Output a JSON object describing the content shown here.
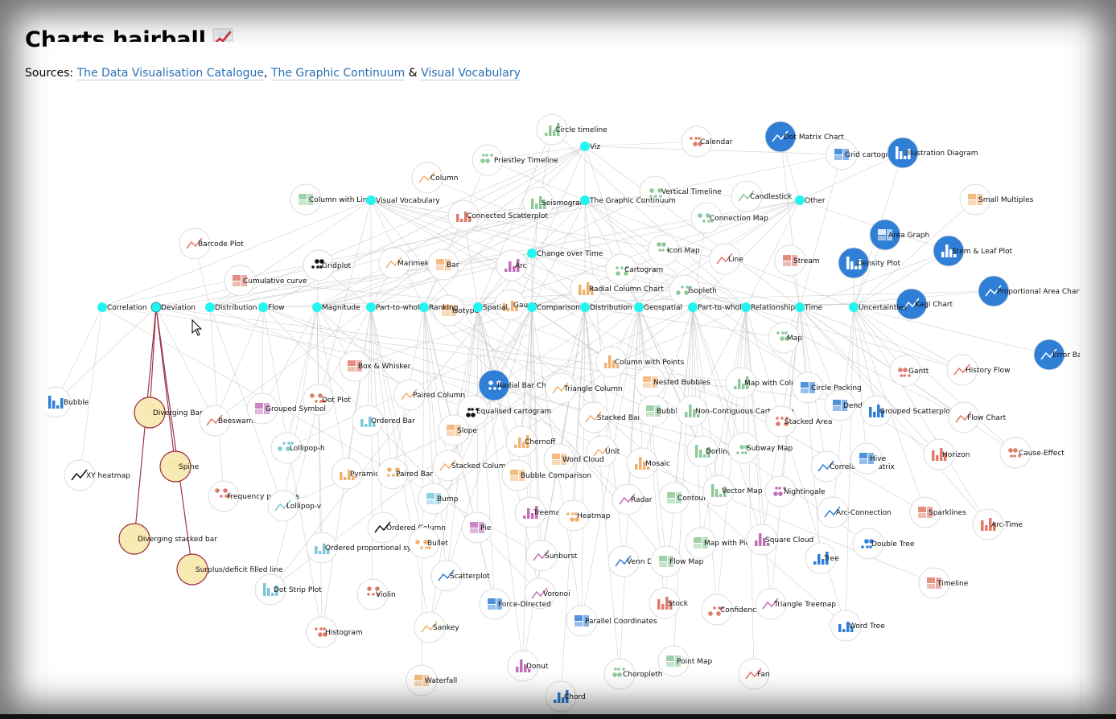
{
  "page": {
    "title": "Charts hairball",
    "title_icon": "chart-increasing-icon",
    "sources_label": "Sources:",
    "sources": [
      {
        "label": "The Data Visualisation Catalogue"
      },
      {
        "label": "The Graphic Continuum"
      },
      {
        "label": "Visual Vocabulary"
      }
    ],
    "separator_comma": ",",
    "separator_amp": "&"
  },
  "colors": {
    "category_node": "#22f5f0",
    "edge": "#c8c8c8",
    "highlight_edge": "#9b2b3f",
    "link": "#2a6fb5",
    "group_orange": "#f2b06d",
    "group_green": "#8fc99a",
    "group_blue": "#2f7fd6",
    "group_red": "#e07a6a",
    "group_purple": "#c36fb8",
    "group_teal": "#7fc6d6",
    "group_black": "#111111",
    "group_yellow": "#f7e7a8"
  },
  "graph": {
    "categories": [
      {
        "id": "viz",
        "label": "Viz"
      },
      {
        "id": "vv",
        "label": "Visual Vocabulary"
      },
      {
        "id": "tgc",
        "label": "The Graphic Continuum"
      },
      {
        "id": "other",
        "label": "Other"
      },
      {
        "id": "cot",
        "label": "Change over Time"
      },
      {
        "id": "corr",
        "label": "Correlation"
      },
      {
        "id": "dev",
        "label": "Deviation"
      },
      {
        "id": "dist1",
        "label": "Distribution"
      },
      {
        "id": "flow",
        "label": "Flow"
      },
      {
        "id": "mag",
        "label": "Magnitude"
      },
      {
        "id": "ptw1",
        "label": "Part-to-whole"
      },
      {
        "id": "rank",
        "label": "Ranking"
      },
      {
        "id": "spatial",
        "label": "Spatial"
      },
      {
        "id": "comp",
        "label": "Comparisons"
      },
      {
        "id": "dist2",
        "label": "Distribution"
      },
      {
        "id": "geo",
        "label": "Geospatial"
      },
      {
        "id": "ptw2",
        "label": "Part-to-whole"
      },
      {
        "id": "rel",
        "label": "Relationship"
      },
      {
        "id": "time",
        "label": "Time"
      },
      {
        "id": "unc",
        "label": "Uncertainties"
      }
    ],
    "charts": [
      {
        "id": "circle-timeline",
        "label": "Circle timeline",
        "style": "green"
      },
      {
        "id": "calendar",
        "label": "Calendar",
        "style": "red"
      },
      {
        "id": "dot-matrix",
        "label": "Dot Matrix Chart",
        "style": "blue"
      },
      {
        "id": "grid-cartogram",
        "label": "Grid cartogram",
        "style": "blue"
      },
      {
        "id": "illustration",
        "label": "Illustration Diagram",
        "style": "blue"
      },
      {
        "id": "priestley",
        "label": "Priestley Timeline",
        "style": "green"
      },
      {
        "id": "column",
        "label": "Column",
        "style": "orange"
      },
      {
        "id": "col-line",
        "label": "Column with Line",
        "style": "green"
      },
      {
        "id": "seismogram",
        "label": "Seismogram",
        "style": "green"
      },
      {
        "id": "vert-timeline",
        "label": "Vertical Timeline",
        "style": "green"
      },
      {
        "id": "candlestick",
        "label": "Candlestick",
        "style": "green"
      },
      {
        "id": "small-multiples",
        "label": "Small Multiples",
        "style": "orange"
      },
      {
        "id": "conn-scatter",
        "label": "Connected Scatterplot",
        "style": "red"
      },
      {
        "id": "conn-map",
        "label": "Connection Map",
        "style": "green"
      },
      {
        "id": "barcode",
        "label": "Barcode Plot",
        "style": "red"
      },
      {
        "id": "area-graph",
        "label": "Area Graph",
        "style": "blue"
      },
      {
        "id": "stem-leaf",
        "label": "Stem & Leaf Plot",
        "style": "blue"
      },
      {
        "id": "gridplot",
        "label": "Gridplot",
        "style": "black"
      },
      {
        "id": "marimekko",
        "label": "Marimekko",
        "style": "orange"
      },
      {
        "id": "bar",
        "label": "Bar",
        "style": "orange"
      },
      {
        "id": "arc",
        "label": "Arc",
        "style": "purple"
      },
      {
        "id": "icon-map",
        "label": "Icon Map",
        "style": "green"
      },
      {
        "id": "line",
        "label": "Line",
        "style": "red"
      },
      {
        "id": "stream",
        "label": "Stream",
        "style": "red"
      },
      {
        "id": "density",
        "label": "Density Plot",
        "style": "blue"
      },
      {
        "id": "cartogram",
        "label": "Cartogram",
        "style": "green"
      },
      {
        "id": "prop-area",
        "label": "Proportional Area Chart",
        "style": "blue"
      },
      {
        "id": "cum-curve",
        "label": "Cumulative curve",
        "style": "red"
      },
      {
        "id": "radial-column",
        "label": "Radial Column Chart",
        "style": "orange"
      },
      {
        "id": "isopleth",
        "label": "Isopleth",
        "style": "green"
      },
      {
        "id": "kagi",
        "label": "Kagi Chart",
        "style": "blue"
      },
      {
        "id": "isotype",
        "label": "Isotype",
        "style": "orange"
      },
      {
        "id": "gauge",
        "label": "Gauge",
        "style": "orange"
      },
      {
        "id": "map",
        "label": "Map",
        "style": "green"
      },
      {
        "id": "error-bars",
        "label": "Error Bars",
        "style": "blue"
      },
      {
        "id": "box-whisker",
        "label": "Box & Whisker",
        "style": "red"
      },
      {
        "id": "col-points",
        "label": "Column with Points",
        "style": "orange"
      },
      {
        "id": "gantt",
        "label": "Gantt",
        "style": "red"
      },
      {
        "id": "history-flow",
        "label": "History Flow",
        "style": "red"
      },
      {
        "id": "nested-bubbles",
        "label": "Nested Bubbles",
        "style": "orange"
      },
      {
        "id": "map-columns",
        "label": "Map with Columns",
        "style": "green"
      },
      {
        "id": "radial-bar",
        "label": "Radial Bar Chart",
        "style": "blue"
      },
      {
        "id": "triangle-column",
        "label": "Triangle Column",
        "style": "orange"
      },
      {
        "id": "circle-packing",
        "label": "Circle Packing",
        "style": "blue"
      },
      {
        "id": "bubble",
        "label": "Bubble",
        "style": "blue"
      },
      {
        "id": "dot-plot",
        "label": "Dot Plot",
        "style": "red"
      },
      {
        "id": "paired-column",
        "label": "Paired Column",
        "style": "orange"
      },
      {
        "id": "dendrogram",
        "label": "Dendrogram",
        "style": "blue"
      },
      {
        "id": "grouped-scatter",
        "label": "Grouped Scatterplot",
        "style": "blue"
      },
      {
        "id": "diverging-bar",
        "label": "Diverging Bar",
        "style": "yellow"
      },
      {
        "id": "beeswarm",
        "label": "Beeswarm",
        "style": "red"
      },
      {
        "id": "grouped-symbol",
        "label": "Grouped Symbol",
        "style": "purple"
      },
      {
        "id": "ordered-bar",
        "label": "Ordered Bar",
        "style": "teal"
      },
      {
        "id": "eq-cartogram",
        "label": "Equalised cartogram",
        "style": "black"
      },
      {
        "id": "stacked-bar",
        "label": "Stacked Bar",
        "style": "orange"
      },
      {
        "id": "bubble2",
        "label": "Bubble",
        "style": "green"
      },
      {
        "id": "noncontig",
        "label": "Non-Contiguous Cartogram",
        "style": "green"
      },
      {
        "id": "stacked-area",
        "label": "Stacked Area",
        "style": "red"
      },
      {
        "id": "flow-chart",
        "label": "Flow Chart",
        "style": "red"
      },
      {
        "id": "slope",
        "label": "Slope",
        "style": "orange"
      },
      {
        "id": "chernoff",
        "label": "Chernoff",
        "style": "orange"
      },
      {
        "id": "lollipop-h",
        "label": "Lollipop-h",
        "style": "teal"
      },
      {
        "id": "unit",
        "label": "Unit",
        "style": "orange"
      },
      {
        "id": "word-cloud",
        "label": "Word Cloud",
        "style": "orange"
      },
      {
        "id": "dorling",
        "label": "Dorling",
        "style": "green"
      },
      {
        "id": "subway-map",
        "label": "Subway Map",
        "style": "green"
      },
      {
        "id": "correlation-matrix",
        "label": "Correlation Matrix",
        "style": "blue"
      },
      {
        "id": "hive",
        "label": "Hive",
        "style": "blue"
      },
      {
        "id": "horizon",
        "label": "Horizon",
        "style": "red"
      },
      {
        "id": "cause-effect",
        "label": "Cause-Effect",
        "style": "red"
      },
      {
        "id": "xy-heatmap",
        "label": "XY heatmap",
        "style": "black"
      },
      {
        "id": "spine",
        "label": "Spine",
        "style": "yellow"
      },
      {
        "id": "pyramid",
        "label": "Pyramid",
        "style": "orange"
      },
      {
        "id": "paired-bar",
        "label": "Paired Bar",
        "style": "orange"
      },
      {
        "id": "stacked-column",
        "label": "Stacked Column",
        "style": "orange"
      },
      {
        "id": "bubble-comparison",
        "label": "Bubble Comparison",
        "style": "orange"
      },
      {
        "id": "mosaic",
        "label": "Mosaic",
        "style": "orange"
      },
      {
        "id": "freq-polygons",
        "label": "Frequency polygons",
        "style": "red"
      },
      {
        "id": "lollipop-v",
        "label": "Lollipop-v",
        "style": "teal"
      },
      {
        "id": "bump",
        "label": "Bump",
        "style": "teal"
      },
      {
        "id": "treemap",
        "label": "Treemap",
        "style": "purple"
      },
      {
        "id": "heatmap",
        "label": "Heatmap",
        "style": "orange"
      },
      {
        "id": "radar",
        "label": "Radar",
        "style": "purple"
      },
      {
        "id": "contour",
        "label": "Contour",
        "style": "green"
      },
      {
        "id": "vector-map",
        "label": "Vector Map",
        "style": "green"
      },
      {
        "id": "nightingale",
        "label": "Nightingale",
        "style": "purple"
      },
      {
        "id": "arc-connection",
        "label": "Arc-Connection",
        "style": "blue"
      },
      {
        "id": "sparklines",
        "label": "Sparklines",
        "style": "red"
      },
      {
        "id": "arc-time",
        "label": "Arc-Time",
        "style": "red"
      },
      {
        "id": "div-stacked-bar",
        "label": "Diverging stacked bar",
        "style": "yellow"
      },
      {
        "id": "ordered-column",
        "label": "Ordered Column",
        "style": "black"
      },
      {
        "id": "pie",
        "label": "Pie",
        "style": "purple"
      },
      {
        "id": "ord-prop-symbol",
        "label": "Ordered proportional symbol",
        "style": "teal"
      },
      {
        "id": "bullet",
        "label": "Bullet",
        "style": "orange"
      },
      {
        "id": "sunburst",
        "label": "Sunburst",
        "style": "purple"
      },
      {
        "id": "map-pie",
        "label": "Map with Pie Charts",
        "style": "green"
      },
      {
        "id": "square-cloud",
        "label": "Square Cloud",
        "style": "purple"
      },
      {
        "id": "double-tree",
        "label": "Double Tree",
        "style": "blue"
      },
      {
        "id": "venn",
        "label": "Venn Diagram",
        "style": "blue"
      },
      {
        "id": "flow-map",
        "label": "Flow Map",
        "style": "green"
      },
      {
        "id": "tree",
        "label": "Tree",
        "style": "blue"
      },
      {
        "id": "surplus",
        "label": "Surplus/deficit filled line",
        "style": "yellow"
      },
      {
        "id": "scatterplot",
        "label": "Scatterplot",
        "style": "blue"
      },
      {
        "id": "timeline",
        "label": "Timeline",
        "style": "red"
      },
      {
        "id": "dot-strip",
        "label": "Dot Strip Plot",
        "style": "teal"
      },
      {
        "id": "violin",
        "label": "Violin",
        "style": "red"
      },
      {
        "id": "voronoi",
        "label": "Voronoi",
        "style": "purple"
      },
      {
        "id": "force-directed",
        "label": "Force-Directed",
        "style": "blue"
      },
      {
        "id": "stock",
        "label": "Stock",
        "style": "red"
      },
      {
        "id": "confidence",
        "label": "Confidence",
        "style": "red"
      },
      {
        "id": "triangle-treemap",
        "label": "Triangle Treemap",
        "style": "purple"
      },
      {
        "id": "parallel-coords",
        "label": "Parallel Coordinates",
        "style": "blue"
      },
      {
        "id": "word-tree",
        "label": "Word Tree",
        "style": "blue"
      },
      {
        "id": "histogram",
        "label": "Histogram",
        "style": "red"
      },
      {
        "id": "sankey",
        "label": "Sankey",
        "style": "orange"
      },
      {
        "id": "point-map",
        "label": "Point Map",
        "style": "green"
      },
      {
        "id": "donut",
        "label": "Donut",
        "style": "purple"
      },
      {
        "id": "choropleth",
        "label": "Choropleth",
        "style": "green"
      },
      {
        "id": "fan",
        "label": "Fan",
        "style": "red"
      },
      {
        "id": "waterfall",
        "label": "Waterfall",
        "style": "orange"
      },
      {
        "id": "chord",
        "label": "Chord",
        "style": "blue"
      }
    ]
  }
}
